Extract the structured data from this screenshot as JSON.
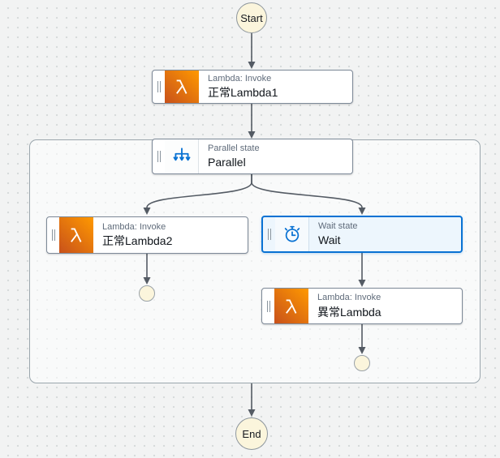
{
  "graph": {
    "start": {
      "label": "Start"
    },
    "end": {
      "label": "End"
    },
    "states": {
      "lambda1": {
        "type_label": "Lambda: Invoke",
        "name": "正常Lambda1",
        "icon": "lambda-icon",
        "selected": false
      },
      "parallel": {
        "type_label": "Parallel state",
        "name": "Parallel",
        "icon": "parallel-icon",
        "selected": false
      },
      "lambda2": {
        "type_label": "Lambda: Invoke",
        "name": "正常Lambda2",
        "icon": "lambda-icon",
        "selected": false
      },
      "wait": {
        "type_label": "Wait state",
        "name": "Wait",
        "icon": "wait-icon",
        "selected": true
      },
      "lambda3": {
        "type_label": "Lambda: Invoke",
        "name": "異常Lambda",
        "icon": "lambda-icon",
        "selected": false
      }
    }
  },
  "colors": {
    "selection_blue": "#0972D3",
    "icon_blue": "#0972D3",
    "lambda_orange_dark": "#C8511B",
    "lambda_orange_light": "#FF9900",
    "terminal_fill": "#FBF5DC",
    "terminal_border": "#8D969D",
    "edge": "#545B64",
    "canvas_bg": "#F2F3F3",
    "node_border": "#7D8998",
    "type_label_text": "#5F6B7A",
    "name_text": "#0F141A"
  }
}
